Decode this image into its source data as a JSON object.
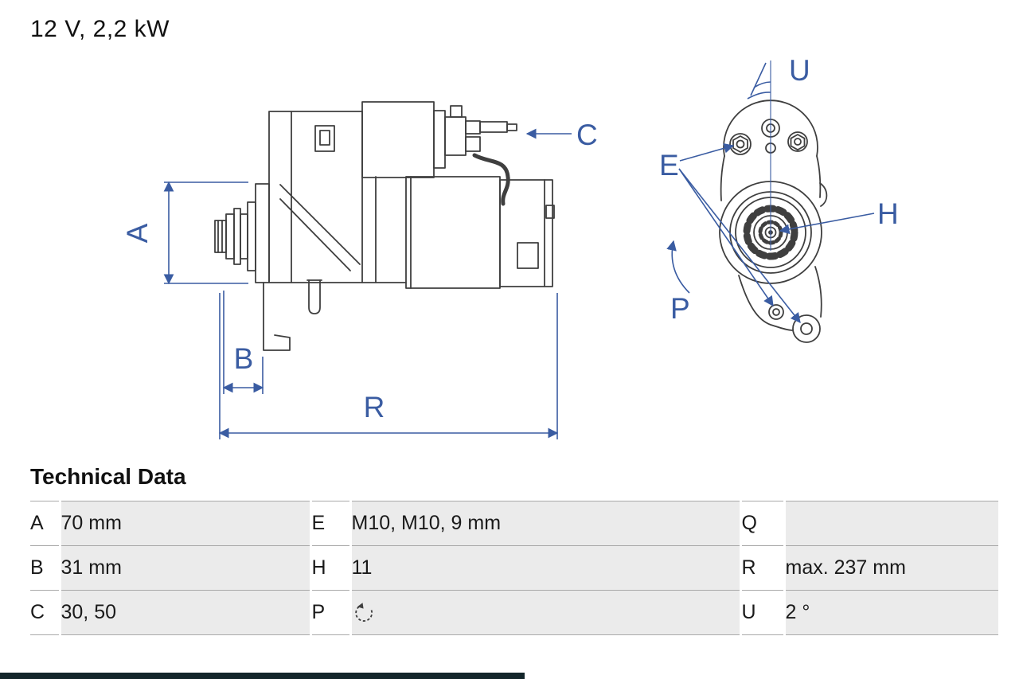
{
  "title": "12 V, 2,2 kW",
  "drawing": {
    "dim_labels": {
      "A": "A",
      "B": "B",
      "C": "C",
      "R": "R",
      "U": "U",
      "E": "E",
      "H": "H",
      "P": "P"
    }
  },
  "table": {
    "heading": "Technical Data",
    "rows": [
      {
        "k1": "A",
        "v1": "70 mm",
        "k2": "E",
        "v2": "M10, M10, 9 mm",
        "k3": "Q",
        "v3": ""
      },
      {
        "k1": "B",
        "v1": "31 mm",
        "k2": "H",
        "v2": "11",
        "k3": "R",
        "v3": "max. 237 mm"
      },
      {
        "k1": "C",
        "v1": "30, 50",
        "k2": "P",
        "v2": "",
        "k3": "U",
        "v3": "2 °"
      }
    ],
    "p_icon": "rotation-ccw"
  },
  "colors": {
    "dimension_blue": "#3a5ca2",
    "line_dark": "#3f3f3f",
    "table_value_bg": "#ebebeb",
    "bottom_bar": "#13252a"
  }
}
